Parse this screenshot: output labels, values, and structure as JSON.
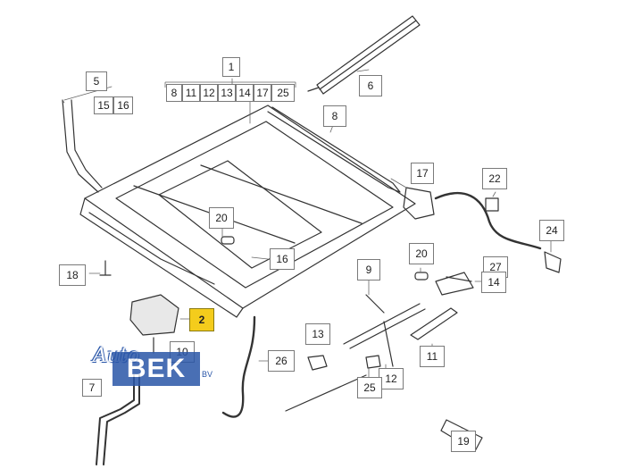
{
  "diagram": {
    "part_main": "1",
    "group_1_refs": [
      "8",
      "11",
      "12",
      "13",
      "14",
      "17",
      "25"
    ],
    "part_5": "5",
    "group_5_refs": [
      "15",
      "16"
    ],
    "callouts": {
      "c2": "2",
      "c6": "6",
      "c7": "7",
      "c8": "8",
      "c9": "9",
      "c10": "10",
      "c11": "11",
      "c12": "12",
      "c13": "13",
      "c14": "14",
      "c16": "16",
      "c17": "17",
      "c18": "18",
      "c19": "19",
      "c20a": "20",
      "c20b": "20",
      "c22": "22",
      "c24": "24",
      "c25": "25",
      "c26": "26",
      "c27": "27"
    },
    "highlight_color": "#f4cc1c"
  },
  "watermark": {
    "script": "Auto",
    "brand": "BEK",
    "suffix": "BV",
    "color": "#2a56a8"
  }
}
